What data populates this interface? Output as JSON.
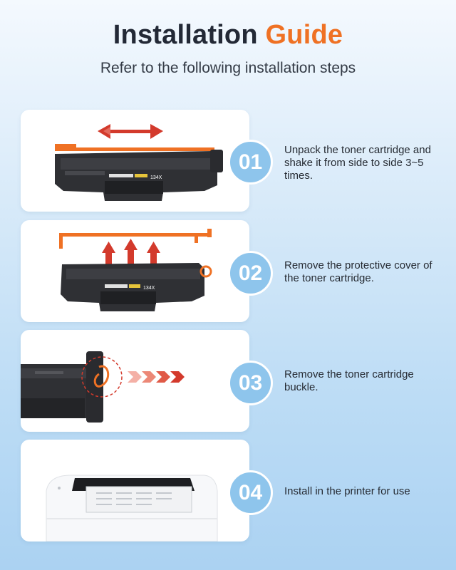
{
  "header": {
    "title_main": "Installation",
    "title_accent": "Guide",
    "subtitle": "Refer to the following installation steps"
  },
  "steps": [
    {
      "number": "01",
      "text": "Unpack the toner cartridge and shake it from side to side 3~5 times."
    },
    {
      "number": "02",
      "text": "Remove the protective cover of the toner cartridge."
    },
    {
      "number": "03",
      "text": "Remove the toner cartridge buckle."
    },
    {
      "number": "04",
      "text": "Install in the printer for use"
    }
  ],
  "cartridge_label": "134X",
  "colors": {
    "accent": "#ef7124",
    "arrow_red": "#d33a2c",
    "badge": "#8ec5ec",
    "title": "#232936"
  },
  "icons": [
    "double-arrow-icon",
    "up-arrows-icon",
    "chevron-arrows-icon"
  ]
}
